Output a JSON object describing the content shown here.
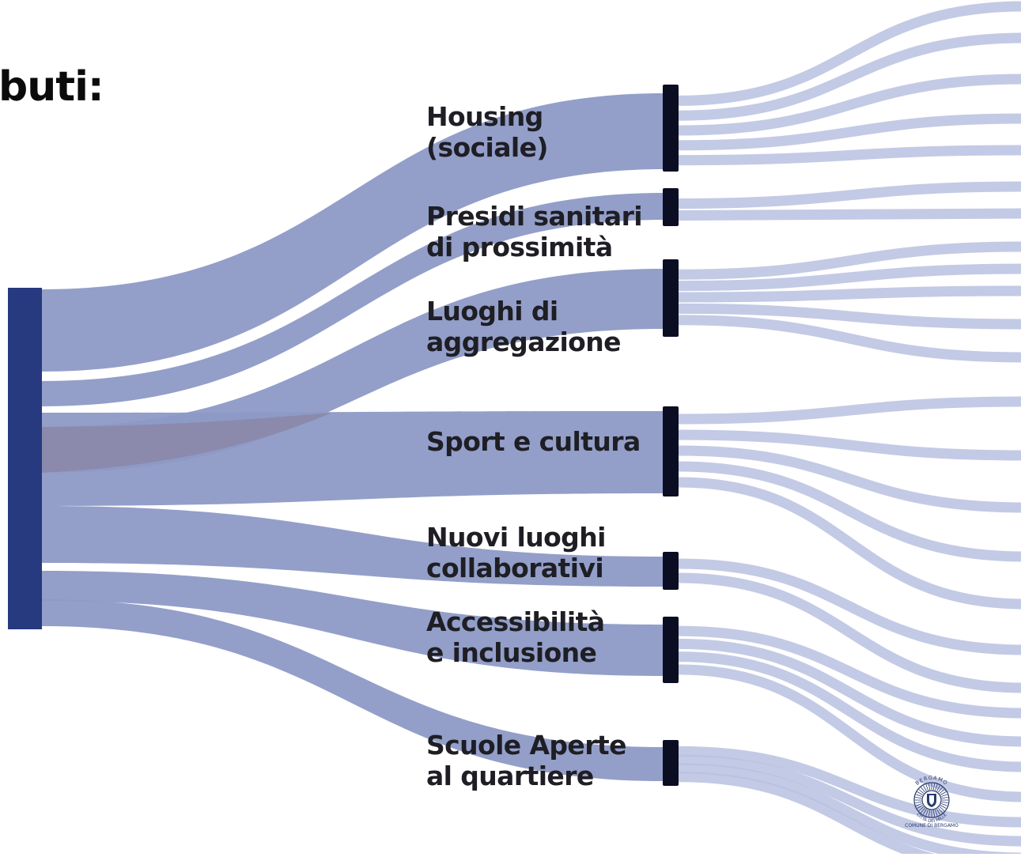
{
  "heading": "buti:",
  "colors": {
    "source_node": "#27397f",
    "category_node": "#0b0e22",
    "primary_flow": "#8d9ac6",
    "secondary_flow": "#b9c1e0",
    "overlap_flow": "#8b87a8",
    "label_text": "#1e1e24"
  },
  "categories": [
    {
      "id": "housing",
      "lines": [
        "Housing",
        "(sociale)"
      ]
    },
    {
      "id": "presidi",
      "lines": [
        "Presidi sanitari",
        "di prossimità"
      ]
    },
    {
      "id": "luoghi",
      "lines": [
        "Luoghi di",
        "aggregazione"
      ]
    },
    {
      "id": "sport",
      "lines": [
        "Sport e cultura"
      ]
    },
    {
      "id": "nuovi",
      "lines": [
        "Nuovi luoghi",
        "collaborativi"
      ]
    },
    {
      "id": "accessibilita",
      "lines": [
        "Accessibilità",
        "e inclusione"
      ]
    },
    {
      "id": "scuole",
      "lines": [
        "Scuole Aperte",
        "al quartiere"
      ]
    }
  ],
  "logo": {
    "top_text": "BERGAMO",
    "bottom_text": "CITTÀ DEI MILLE",
    "caption": "COMUNE DI BERGAMO",
    "icon": "city-crest-icon"
  }
}
